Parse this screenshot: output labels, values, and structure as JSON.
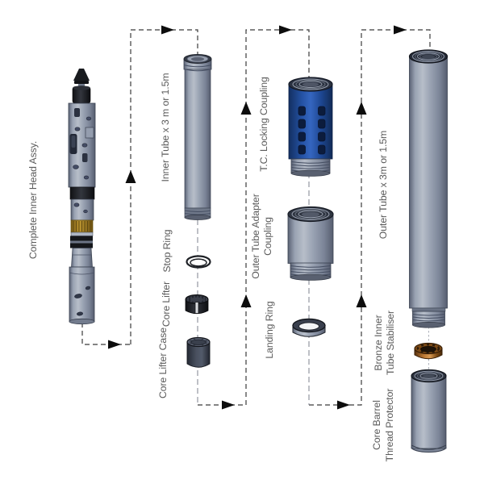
{
  "diagram": {
    "type": "exploded-assembly-diagram",
    "columns": [
      {
        "parts": [
          {
            "label": "Complete Inner Head Assy."
          }
        ]
      },
      {
        "parts": [
          {
            "label": "Inner Tube x 3 m or 1.5m"
          },
          {
            "label": "Stop Ring"
          },
          {
            "label": "Core Lifter"
          },
          {
            "label": "Core Lifter Case"
          }
        ]
      },
      {
        "parts": [
          {
            "label": "T.C. Locking Coupling"
          },
          {
            "label": "Outer Tube Adapter",
            "label2": "Coupling"
          },
          {
            "label": "Landing Ring"
          }
        ]
      },
      {
        "parts": [
          {
            "label": "Outer Tube x 3m or 1.5m"
          },
          {
            "label": "Bronze Inner",
            "label2": "Tube Stabiliser"
          },
          {
            "label": "Core Barrel",
            "label2": "Thread Protector"
          }
        ]
      }
    ],
    "colors": {
      "background": "#ffffff",
      "steel": "#9aa3b3",
      "coupling_blue": "#3566c0",
      "bronze": "#b5722e",
      "gold_band": "#bb9430",
      "dark_part": "#49505f",
      "label_text": "#5a5a5a",
      "flow_line": "#3b3b3b",
      "arrow": "#0d0d0d"
    }
  }
}
